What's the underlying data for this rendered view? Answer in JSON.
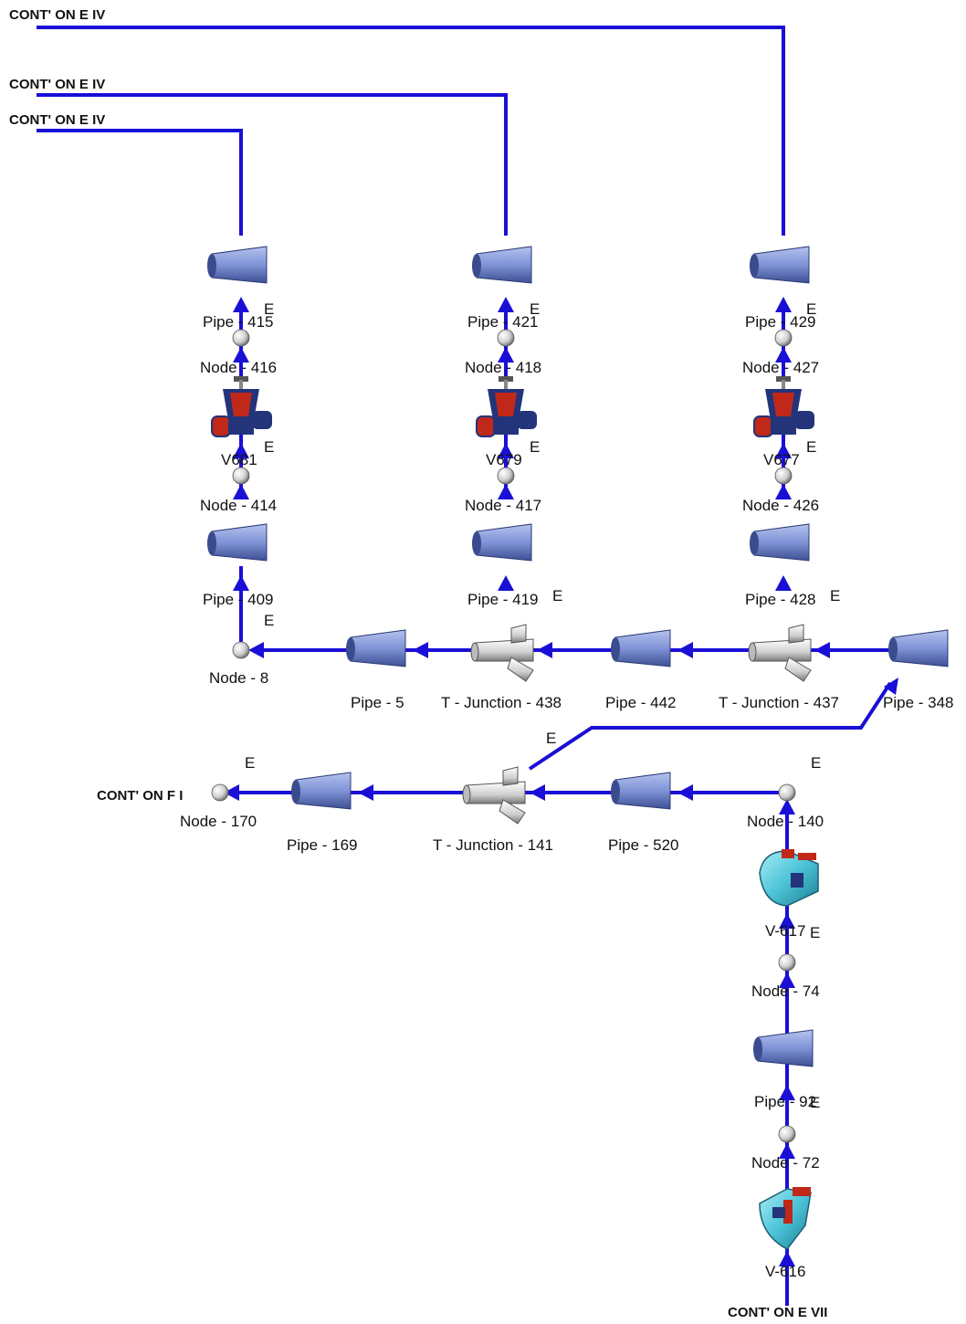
{
  "continuation_labels": {
    "cont_e_iv_1": "CONT' ON E IV",
    "cont_e_iv_2": "CONT' ON E IV",
    "cont_e_iv_3": "CONT' ON E IV",
    "cont_f_i": "CONT' ON F I",
    "cont_e_vii": "CONT' ON E VII"
  },
  "component_labels": {
    "pipe_415": "Pipe - 415",
    "node_416": "Node - 416",
    "v_681": "V681",
    "node_414": "Node - 414",
    "pipe_409": "Pipe - 409",
    "node_8": "Node - 8",
    "pipe_421": "Pipe - 421",
    "node_418": "Node - 418",
    "v_679": "V679",
    "node_417": "Node - 417",
    "pipe_419": "Pipe - 419",
    "pipe_429": "Pipe - 429",
    "node_427": "Node - 427",
    "v_677": "V677",
    "node_426": "Node - 426",
    "pipe_428": "Pipe - 428",
    "pipe_5": "Pipe - 5",
    "tj_438": "T - Junction - 438",
    "pipe_442": "Pipe - 442",
    "tj_437": "T - Junction - 437",
    "pipe_348": "Pipe - 348",
    "node_170": "Node - 170",
    "pipe_169": "Pipe - 169",
    "tj_141": "T - Junction - 141",
    "pipe_520": "Pipe - 520",
    "node_140": "Node - 140",
    "v_617": "V-617",
    "node_74": "Node - 74",
    "pipe_92": "Pipe - 92",
    "node_72": "Node - 72",
    "v_616": "V-616"
  },
  "e_mark": "E",
  "colors": {
    "flow_line": "#1a0fd6",
    "pipe_blue": "#7f93d6",
    "valve_red": "#c0281a",
    "valve_navy": "#23347a",
    "check_valve_cyan": "#4cc4d8",
    "junction_grey": "#d9d9d9"
  }
}
